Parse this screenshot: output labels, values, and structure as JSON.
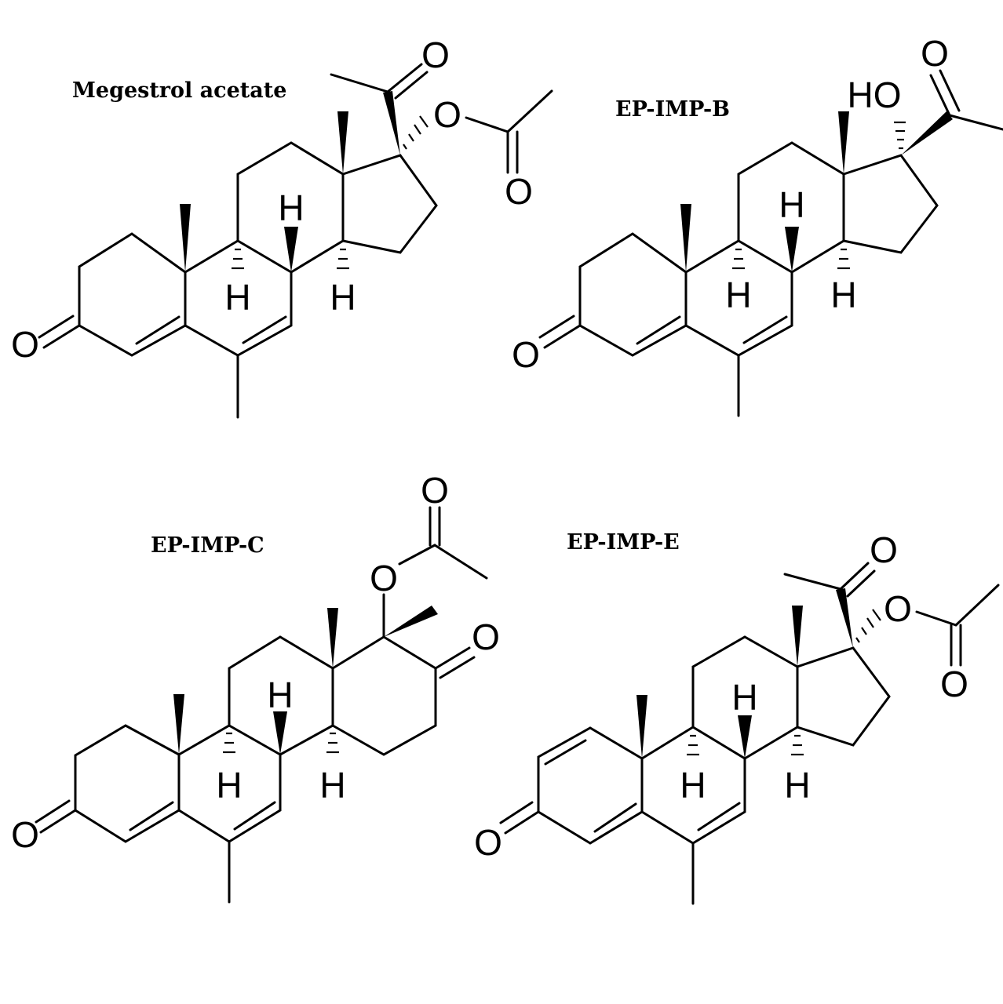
{
  "figure": {
    "structures": [
      {
        "id": "megestrol-acetate",
        "name": "Megestrol acetate",
        "atom_labels": {
          "o3": "O",
          "o20": "O",
          "o17": "O",
          "oac": "O",
          "h8": "H",
          "h9": "H",
          "h14": "H"
        }
      },
      {
        "id": "ep-imp-b",
        "name": "EP-IMP-B",
        "atom_labels": {
          "o3": "O",
          "o20": "O",
          "oh17": "HO",
          "h8": "H",
          "h9": "H",
          "h14": "H"
        }
      },
      {
        "id": "ep-imp-c",
        "name": "EP-IMP-C",
        "atom_labels": {
          "o3": "O",
          "o17": "O",
          "oac": "O",
          "oring": "O",
          "h8": "H",
          "h9": "H",
          "h14": "H"
        }
      },
      {
        "id": "ep-imp-e",
        "name": "EP-IMP-E",
        "atom_labels": {
          "o3": "O",
          "o20": "O",
          "o17": "O",
          "oac": "O",
          "h8": "H",
          "h9": "H",
          "h14": "H"
        }
      }
    ]
  }
}
